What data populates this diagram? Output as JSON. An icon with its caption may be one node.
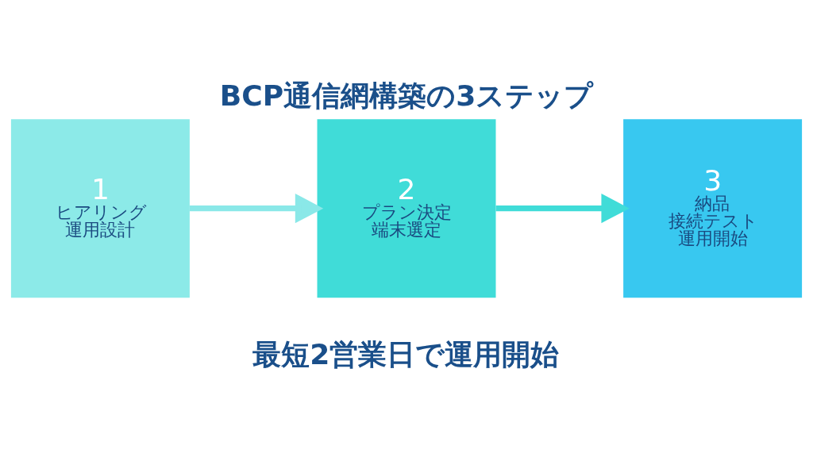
{
  "diagram": {
    "title": "BCP通信網構築の3ステップ",
    "caption": "最短2営業日で運用開始",
    "nodes": [
      {
        "text": [
          "1",
          "ヒアリング",
          "運用設計"
        ]
      },
      {
        "text": [
          "2",
          "プラン決定",
          "端末選定"
        ]
      },
      {
        "text": [
          "3",
          "納品",
          "接続テスト",
          "運用開始"
        ]
      }
    ],
    "edges": [
      {
        "from": 0,
        "to": 1,
        "arrow": "to",
        "color": "#8ae8e8"
      },
      {
        "from": 1,
        "to": 2,
        "arrow": "to",
        "color": "#40dcd8"
      }
    ]
  }
}
